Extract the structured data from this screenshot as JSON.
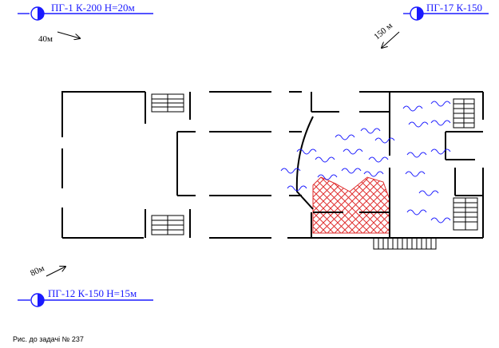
{
  "hydrants": [
    {
      "label": "ПГ-1 К-200 Н=20м",
      "distance": "40м"
    },
    {
      "label": "ПГ-17 К-150",
      "distance": "150 м"
    },
    {
      "label": "ПГ-12 К-150 Н=15м",
      "distance": "80м"
    }
  ],
  "caption": "Рис. до задачі № 237",
  "colors": {
    "hydrant": "#1a1aff",
    "smoke": "#1a1aff",
    "fire": "#e03030",
    "walls": "#000000"
  },
  "legend_icons": [
    "hydrant-icon",
    "fire-zone-hatch",
    "smoke-wave"
  ]
}
